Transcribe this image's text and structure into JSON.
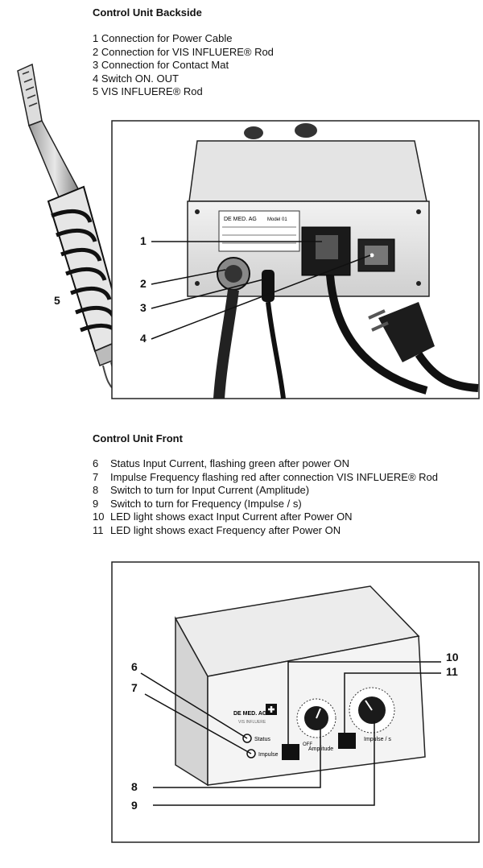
{
  "back": {
    "heading": "Control Unit Backside",
    "items": [
      {
        "num": "1",
        "text": "Connection for Power Cable"
      },
      {
        "num": "2",
        "text": "Connection for VIS INFLUERE® Rod"
      },
      {
        "num": "3",
        "text": "Connection for Contact Mat"
      },
      {
        "num": "4",
        "text": "Switch ON. OUT"
      },
      {
        "num": "5",
        "text": "VIS INFLUERE® Rod"
      }
    ],
    "callouts": [
      "1",
      "2",
      "3",
      "4",
      "5"
    ],
    "unit_label": {
      "brand": "DE MED. AG",
      "model": "Model 01"
    }
  },
  "front": {
    "heading": "Control Unit Front",
    "items": [
      {
        "num": "6",
        "text": "Status Input Current, flashing green after power ON"
      },
      {
        "num": "7",
        "text": "Impulse Frequency flashing red after connection VIS INFLUERE® Rod"
      },
      {
        "num": "8",
        "text": "Switch to turn for Input Current (Amplitude)"
      },
      {
        "num": "9",
        "text": "Switch to turn for Frequency (Impulse / s)"
      },
      {
        "num": "10",
        "text": "LED light shows exact Input Current after Power ON"
      },
      {
        "num": "11",
        "text": "LED light shows exact Frequency after Power ON"
      }
    ],
    "callouts": [
      "6",
      "7",
      "8",
      "9",
      "10",
      "11"
    ],
    "panel": {
      "brand": "DE MED. AG",
      "sub": "VIS INFLUERE",
      "status": "Status",
      "impulse": "Impulse",
      "amplitude": "Amplitude",
      "impulse_s": "Impulse / s",
      "off": "OFF"
    }
  }
}
